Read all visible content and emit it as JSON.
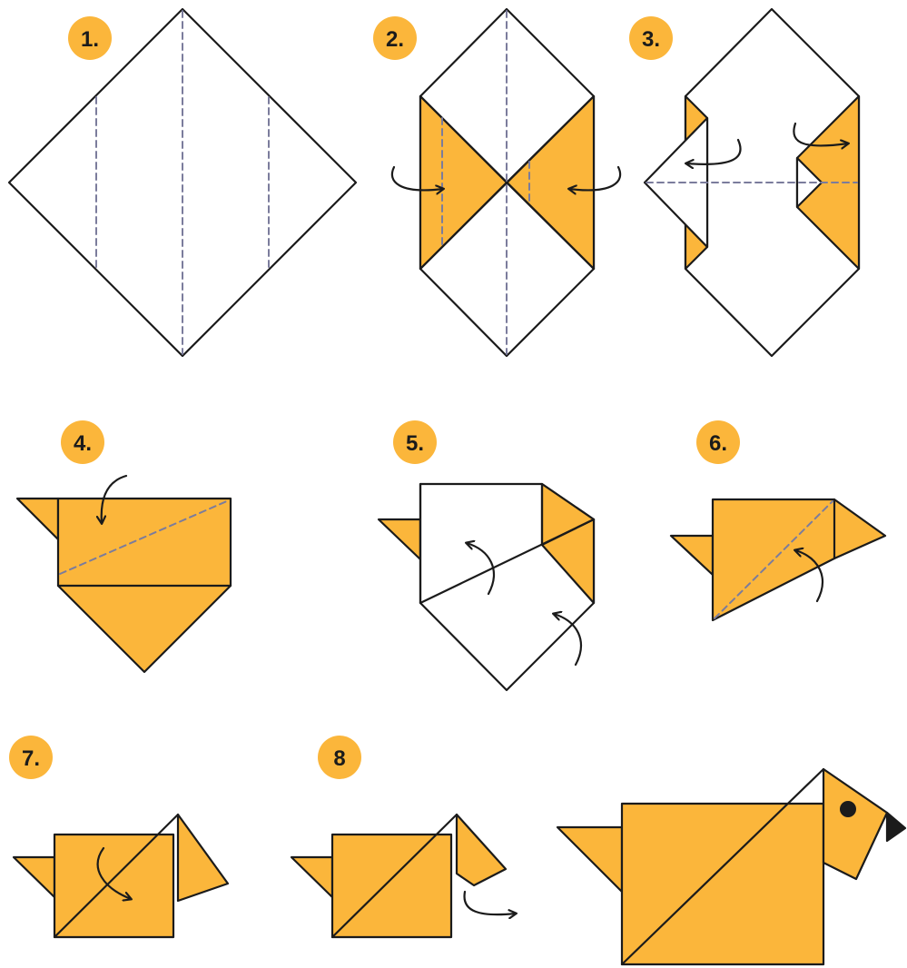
{
  "colors": {
    "paper_front": "#ffffff",
    "paper_back": "#fbb63b",
    "outline": "#1b1b1b",
    "fold_line": "#7b7c9c",
    "badge": "#fbb63b",
    "arrow": "#1b1b1b",
    "eye": "#1b1b1b"
  },
  "steps": [
    {
      "label": "1."
    },
    {
      "label": "2."
    },
    {
      "label": "3."
    },
    {
      "label": "4."
    },
    {
      "label": "5."
    },
    {
      "label": "6."
    },
    {
      "label": "7."
    },
    {
      "label": "8"
    }
  ]
}
